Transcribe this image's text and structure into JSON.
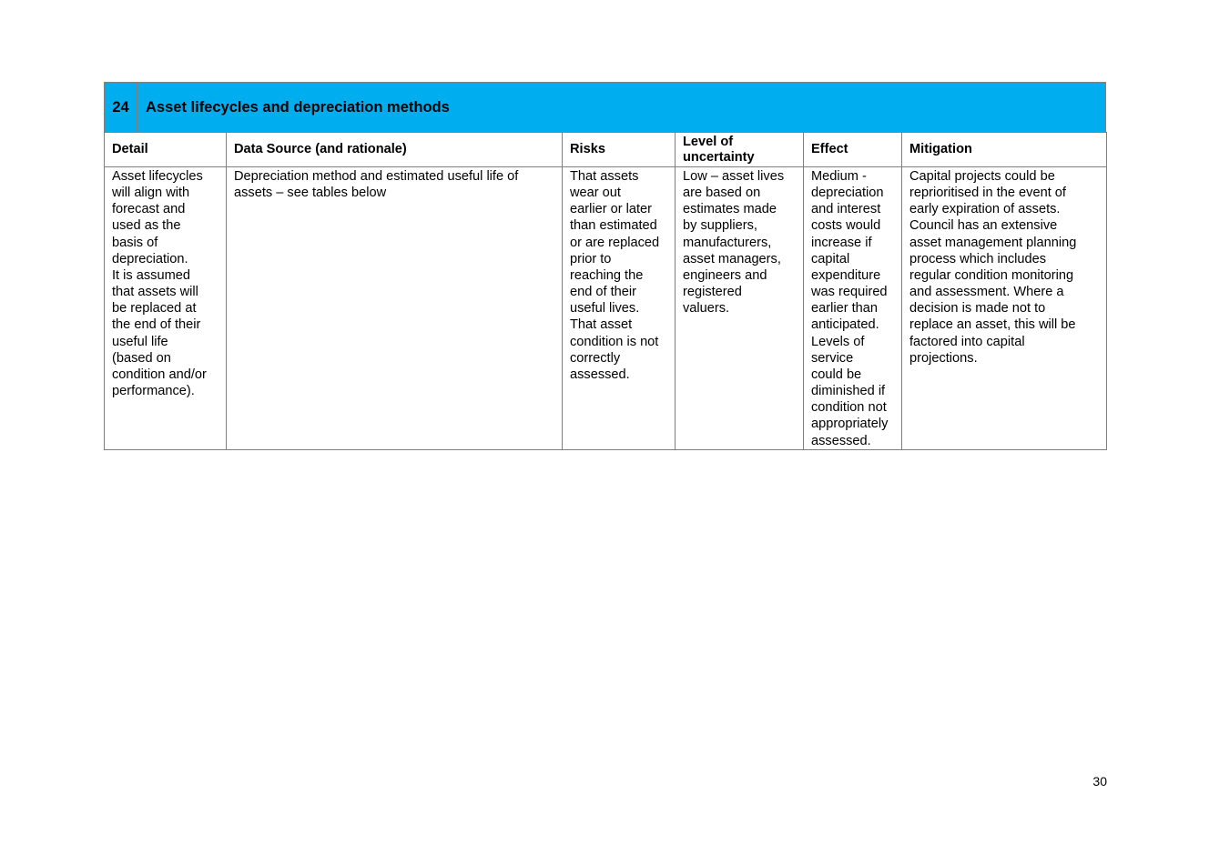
{
  "section": {
    "number": "24",
    "title": "Asset lifecycles and depreciation methods"
  },
  "table": {
    "headers": [
      "Detail",
      "Data Source (and rationale)",
      "Risks",
      "Level of uncertainty",
      "Effect",
      "Mitigation"
    ],
    "rows": [
      {
        "detail": [
          "Asset lifecycles",
          "will align with",
          "forecast and",
          "used as the",
          "basis of",
          "depreciation.",
          "It is assumed",
          "that assets will",
          "be replaced at",
          "the end of their",
          "useful life",
          "(based on",
          "condition and/or",
          "performance)."
        ],
        "data_source": [
          "Depreciation method and estimated useful life of",
          "assets – see tables below"
        ],
        "risks": [
          "That assets",
          "wear out",
          "earlier or later",
          "than estimated",
          "or are replaced",
          "prior to",
          "reaching the",
          "end of their",
          "useful lives.",
          "That asset",
          "condition is not",
          "correctly",
          "assessed."
        ],
        "uncertainty": [
          "Low – asset lives",
          "are based on",
          "estimates made",
          "by suppliers,",
          "manufacturers,",
          "asset managers,",
          "engineers and",
          "registered",
          "valuers."
        ],
        "effect": [
          "Medium -",
          "depreciation",
          "and interest",
          "costs would",
          "increase if",
          "capital",
          "expenditure",
          "was required",
          "earlier than",
          "anticipated.",
          "Levels of",
          "service",
          "could be",
          "diminished if",
          "condition not",
          "appropriately",
          "assessed."
        ],
        "mitigation": [
          "Capital projects could be",
          "reprioritised in the event of",
          "early expiration of assets.",
          "Council has an extensive",
          "asset management planning",
          "process which includes",
          "regular condition monitoring",
          "and assessment. Where a",
          "decision is made not to",
          "replace an asset, this will be",
          "factored into capital",
          "projections."
        ]
      }
    ]
  },
  "page_number": "30",
  "colors": {
    "header_band": "#00aeef",
    "border": "#7f7f7f"
  }
}
